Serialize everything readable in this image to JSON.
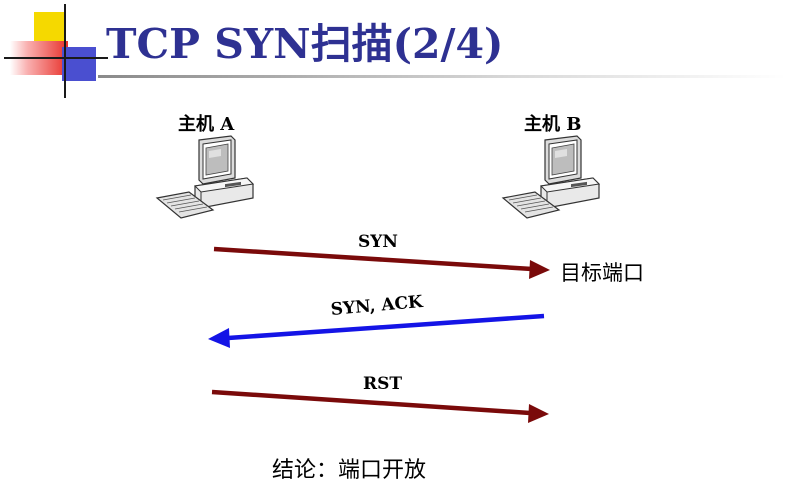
{
  "slide": {
    "title": "TCP SYN扫描(2/4)"
  },
  "hosts": [
    {
      "label": "主机 A",
      "icon": "desktop-computer-icon"
    },
    {
      "label": "主机 B",
      "icon": "desktop-computer-icon"
    }
  ],
  "messages": [
    {
      "label": "SYN",
      "direction": "A-to-B",
      "color": "#7a0a0a"
    },
    {
      "label": "SYN, ACK",
      "direction": "B-to-A",
      "color": "#1414e6"
    },
    {
      "label": "RST",
      "direction": "A-to-B",
      "color": "#7a0a0a"
    }
  ],
  "target_port_label": "目标端口",
  "conclusion": "结论：端口开放",
  "colors": {
    "title": "#2e3192",
    "deco_yellow": "#f5d900",
    "deco_red": "#e8322c",
    "deco_blue": "#4a4fd0"
  }
}
